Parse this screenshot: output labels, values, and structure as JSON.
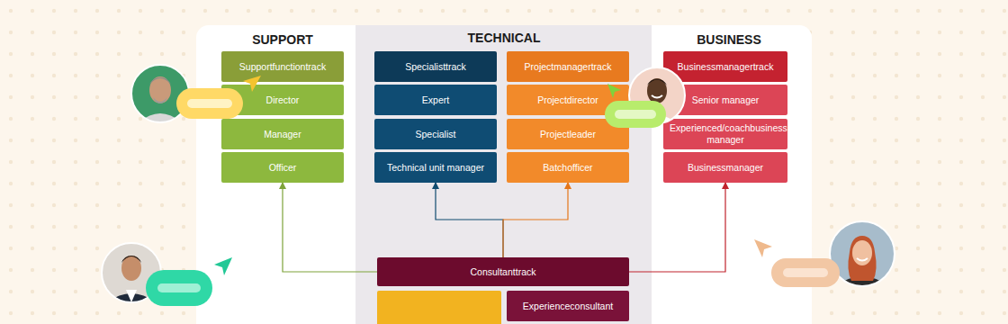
{
  "diagram": {
    "nodes": [
      {
        "text": [
          "Supportfunctiontrack"
        ]
      },
      {
        "text": [
          "Director"
        ]
      },
      {
        "text": [
          "Manager"
        ]
      },
      {
        "text": [
          "Officer"
        ]
      },
      {
        "text": [
          "Specialisttrack"
        ]
      },
      {
        "text": [
          "Expert"
        ]
      },
      {
        "text": [
          "Specialist"
        ]
      },
      {
        "text": [
          "Technical unit manager"
        ]
      },
      {
        "text": [
          "Projectmanagertrack"
        ]
      },
      {
        "text": [
          "Projectdirector"
        ]
      },
      {
        "text": [
          "Projectleader"
        ]
      },
      {
        "text": [
          "Batchofficer"
        ]
      },
      {
        "text": [
          "Businessmanagertrack"
        ]
      },
      {
        "text": [
          "Senior manager"
        ]
      },
      {
        "text": [
          "Experienced/coachbusiness manager"
        ]
      },
      {
        "text": [
          "Businessmanager"
        ]
      },
      {
        "text": [
          "Consultanttrack"
        ]
      },
      {
        "text": [
          "Experienceconsultant"
        ]
      }
    ],
    "edges": [
      {
        "from": 16,
        "to": 3,
        "arrow": "to"
      },
      {
        "from": 16,
        "to": 7,
        "arrow": "to"
      },
      {
        "from": 16,
        "to": 11,
        "arrow": "to"
      },
      {
        "from": 16,
        "to": 15,
        "arrow": "to"
      }
    ],
    "labels": [
      "SUPPORT",
      "TECHNICAL",
      "BUSINESS"
    ]
  }
}
